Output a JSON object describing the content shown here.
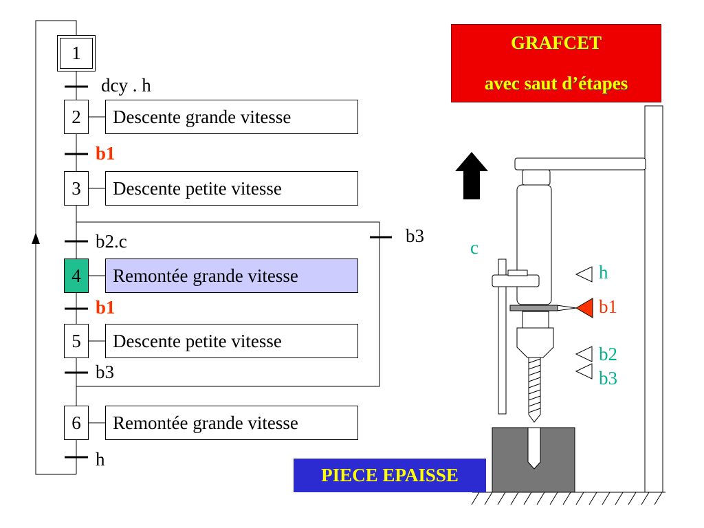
{
  "title": {
    "line1": "GRAFCET",
    "line2": "avec saut d’étapes"
  },
  "piece_label": "PIECE EPAISSE",
  "steps": [
    {
      "num": "1"
    },
    {
      "num": "2",
      "action": "Descente grande vitesse"
    },
    {
      "num": "3",
      "action": "Descente petite vitesse"
    },
    {
      "num": "4",
      "action": "Remontée grande vitesse"
    },
    {
      "num": "5",
      "action": "Descente petite vitesse"
    },
    {
      "num": "6",
      "action": "Remontée grande vitesse"
    }
  ],
  "transitions": {
    "t1": "dcy . h",
    "t2": "b1",
    "t3": "b2.c",
    "t4": "b1",
    "t5": "b3",
    "t6": "h",
    "skip": "b3"
  },
  "sensors": {
    "c": "c",
    "h": "h",
    "b1": "b1",
    "b2": "b2",
    "b3": "b3"
  },
  "colors": {
    "title_bg": "#ee0000",
    "title_text": "#ffff00",
    "piece_bg": "#2b2bd1",
    "active_step": "#1fbf8f",
    "active_action": "#ccccff",
    "b1_label": "#ff3300",
    "sensor_label": "#00b38a"
  }
}
